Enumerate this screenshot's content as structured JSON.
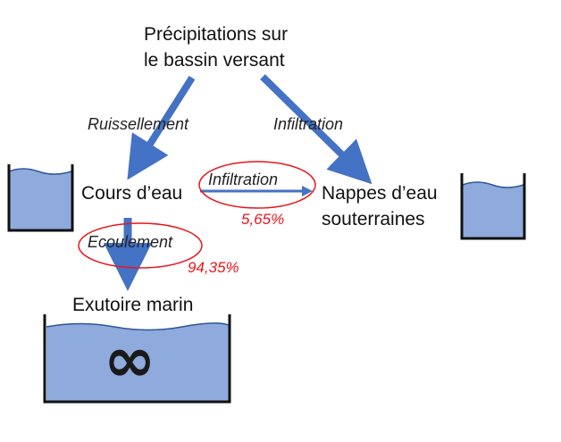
{
  "nodes": {
    "source_line1": "Précipitations sur",
    "source_line2": "le bassin versant",
    "river": "Cours d’eau",
    "groundwater_line1": "Nappes d’eau",
    "groundwater_line2": "souterraines",
    "sea": "Exutoire marin",
    "sea_symbol": "∞"
  },
  "edges": {
    "runoff": "Ruissellement",
    "infiltration_top": "Infiltration",
    "infiltration_river": "Infiltration",
    "flow": "Ecoulement"
  },
  "percentages": {
    "infiltration": "5,65%",
    "flow": "94,35%"
  },
  "colors": {
    "arrow": "#4472c4",
    "water": "#8faadc",
    "wave": "#2f5597",
    "highlight": "#e8151b",
    "container": "#111111"
  }
}
